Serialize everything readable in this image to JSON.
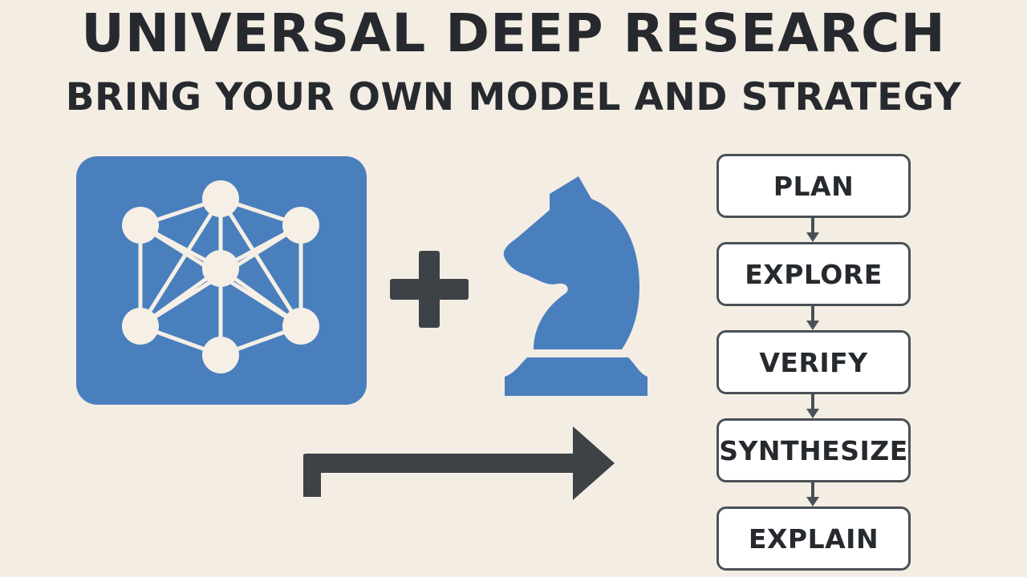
{
  "header": {
    "title": "UNIVERSAL DEEP RESEARCH",
    "subtitle": "BRING YOUR OWN MODEL AND STRATEGY"
  },
  "icons": {
    "model": "network-graph-icon",
    "plus": "plus-icon",
    "strategy": "chess-knight-icon",
    "arrow": "right-arrow-icon"
  },
  "steps": [
    {
      "label": "PLAN"
    },
    {
      "label": "EXPLORE"
    },
    {
      "label": "VERIFY"
    },
    {
      "label": "SYNTHESIZE"
    },
    {
      "label": "EXPLAIN"
    }
  ],
  "colors": {
    "background": "#F4EDE4",
    "text": "#262A2E",
    "blue": "#4A7FBD",
    "node": "#F5EFE6",
    "dark": "#3D4246",
    "step_fill": "#FFFFFF",
    "step_border": "#4A5055"
  }
}
